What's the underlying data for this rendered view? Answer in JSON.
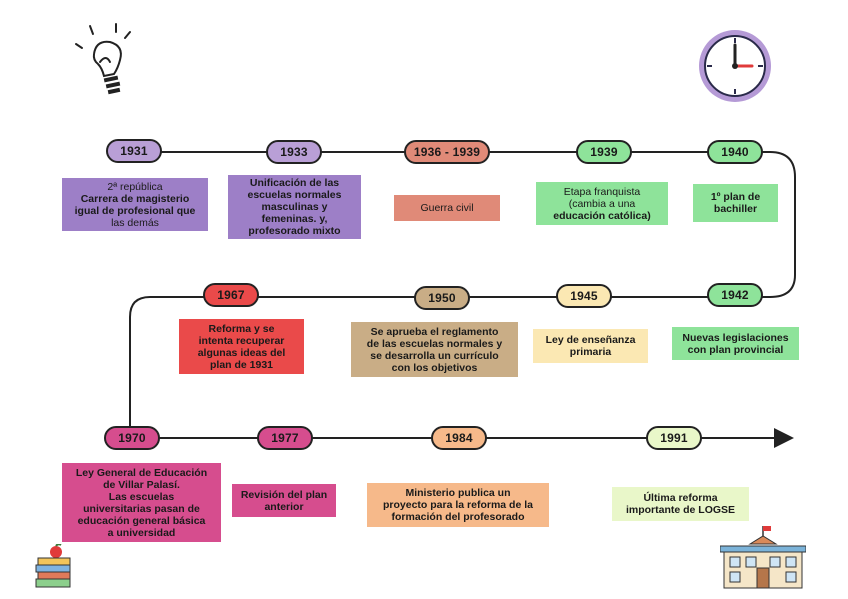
{
  "colors": {
    "purple": "#b99fd6",
    "purple_box": "#9d7fc7",
    "salmon": "#e08a78",
    "green": "#8ee39a",
    "red": "#ea4a4a",
    "tan": "#c9ad86",
    "cream": "#fbe8b3",
    "pink": "#d64d8e"
  },
  "nodes": {
    "n1931": "1931",
    "n1933": "1933",
    "n1936": "1936 - 1939",
    "n1939": "1939",
    "n1940": "1940",
    "n1967": "1967",
    "n1950": "1950",
    "n1945": "1945",
    "n1942": "1942",
    "n1970": "1970",
    "n1977": "1977",
    "n1984": "1984",
    "n1991": "1991"
  },
  "boxes": {
    "b1931": {
      "line1": "2ª república",
      "line2": "Carrera de magisterio",
      "line3": "igual de profesional que",
      "line4": "las demás"
    },
    "b1933": {
      "line1": "Unificación de las",
      "line2": "escuelas normales",
      "line3": "masculinas y",
      "line4": "femeninas. y,",
      "line5": "profesorado mixto"
    },
    "b1936": {
      "line1": "Guerra civil"
    },
    "b1939": {
      "line1": "Etapa franquista",
      "line2": "(cambia a una",
      "line3": "educación católica)"
    },
    "b1940": {
      "line1": "1º plan de",
      "line2": "bachiller"
    },
    "b1967": {
      "line1": "Reforma y se",
      "line2": "intenta recuperar",
      "line3": "algunas ideas del",
      "line4": "plan de 1931"
    },
    "b1950": {
      "line1": "Se aprueba el reglamento",
      "line2": "de las escuelas normales y",
      "line3": "se desarrolla un currículo",
      "line4": "con los objetivos"
    },
    "b1945": {
      "line1": "Ley de enseñanza",
      "line2": "primaria"
    },
    "b1942": {
      "line1": "Nuevas legislaciones",
      "line2": "con plan provincial"
    },
    "b1970": {
      "line1": "Ley General de Educación",
      "line2": "de Villar Palasí.",
      "line3": "Las escuelas",
      "line4": "universitarias pasan de",
      "line5": "educación general básica",
      "line6": "a universidad"
    },
    "b1977": {
      "line1": "Revisión del plan",
      "line2": "anterior"
    },
    "b1984": {
      "line1": "Ministerio publica un",
      "line2": "proyecto para la reforma de la",
      "line3": "formación del profesorado"
    },
    "b1991": {
      "line1": "Última reforma",
      "line2": "importante de  LOGSE"
    }
  },
  "icons": [
    "lightbulb-icon",
    "clock-icon",
    "books-icon",
    "school-icon"
  ]
}
